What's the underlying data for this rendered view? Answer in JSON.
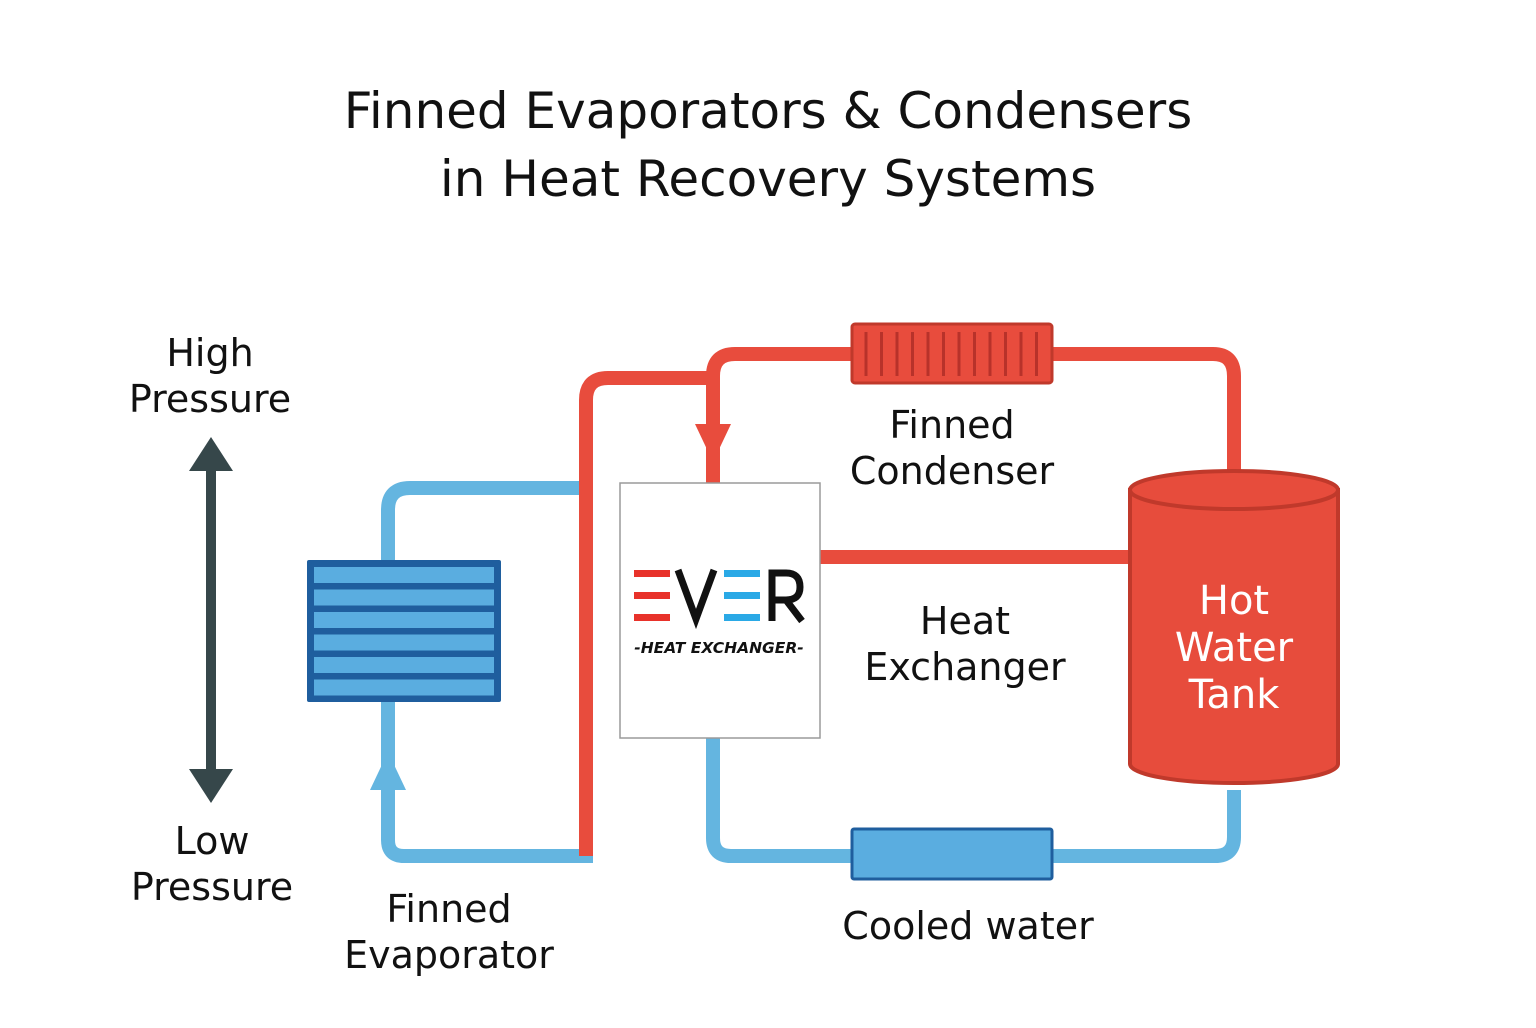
{
  "title": {
    "line1": "Finned Evaporators & Condensers",
    "line2": "in Heat Recovery Systems"
  },
  "labels": {
    "high_pressure_1": "High",
    "high_pressure_2": "Pressure",
    "low_pressure_1": "Low",
    "low_pressure_2": "Pressure",
    "finned_condenser_1": "Finned",
    "finned_condenser_2": "Condenser",
    "heat_exchanger_1": "Heat",
    "heat_exchanger_2": "Exchanger",
    "finned_evaporator_1": "Finned",
    "finned_evaporator_2": "Evaporator",
    "cooled_water": "Cooled water",
    "tank_1": "Hot",
    "tank_2": "Water",
    "tank_3": "Tank"
  },
  "logo": {
    "wordmark": "EVER",
    "tagline": "-HEAT EXCHANGER-"
  },
  "colors": {
    "hot_line": "#e84c3d",
    "cold_line": "#64b5e0",
    "coil_blue": "#5aade0",
    "coil_border": "#1f5e9e",
    "tank_red": "#e74c3c",
    "tank_border": "#c0392b",
    "arrow_dark": "#36474a",
    "logo_red": "#e8322a",
    "logo_blue": "#2aa9e6"
  }
}
